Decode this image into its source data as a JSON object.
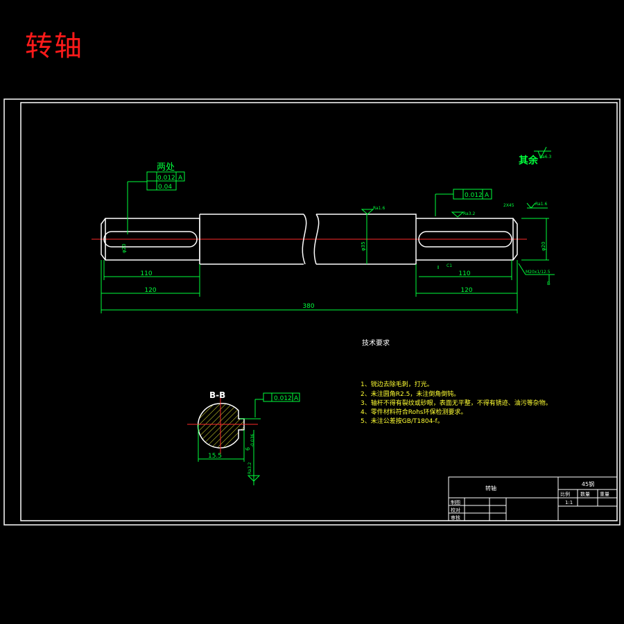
{
  "title": "转轴",
  "colors": {
    "background": "#000000",
    "title": "#ff1a1a",
    "outline": "#ffffff",
    "dimension": "#00ff3c",
    "centerline": "#ff2a2a",
    "note": "#ffff33"
  },
  "annotations": {
    "left_label": "两处",
    "left_tol1": "0.012",
    "left_tol1_ref": "A",
    "left_tol2": "0.04",
    "right_tol": "0.012",
    "right_tol_ref": "A",
    "rest_label": "其余",
    "rest_rough": "Ra6.3",
    "rough_mid": "Ra1.6",
    "rough_right_top": "Ra1.6",
    "rough_small": "Ra3.2",
    "chamfer": "2X45",
    "chamfer_small": "C1",
    "label_b_small": "B",
    "datum_a": "A",
    "dia_left": "φ20",
    "dia_mid": "φ35",
    "dia_right": "φ20",
    "thread_callout": "M20x1/12.5"
  },
  "dimensions": {
    "left_key": "110",
    "left_seg": "120",
    "right_key": "110",
    "right_seg": "120",
    "total": "380"
  },
  "section": {
    "label": "B-B",
    "tol_value": "0.012",
    "tol_ref": "A",
    "width_dim": "15.5",
    "key_dim": "6",
    "key_tol": "-0.036",
    "rough": "Ra3.2"
  },
  "notes": {
    "heading": "技术要求",
    "items": [
      "1、锐边去除毛刺，打光。",
      "2、未注圆角R2.5，未注倒角倒钝。",
      "3、轴杆不得有裂纹或砂眼，表面无平整，不得有锈迹、油污等杂物。",
      "4、零件材料符合Rohs环保检测要求。",
      "5、未注公差按GB/T1804-f。"
    ]
  },
  "title_block": {
    "part_name": "转轴",
    "code": "45钢",
    "row_labels": [
      "制图",
      "校对",
      "审核"
    ],
    "scale_labels": [
      "比例",
      "数量",
      "重量"
    ],
    "scale_value": "1:1"
  }
}
